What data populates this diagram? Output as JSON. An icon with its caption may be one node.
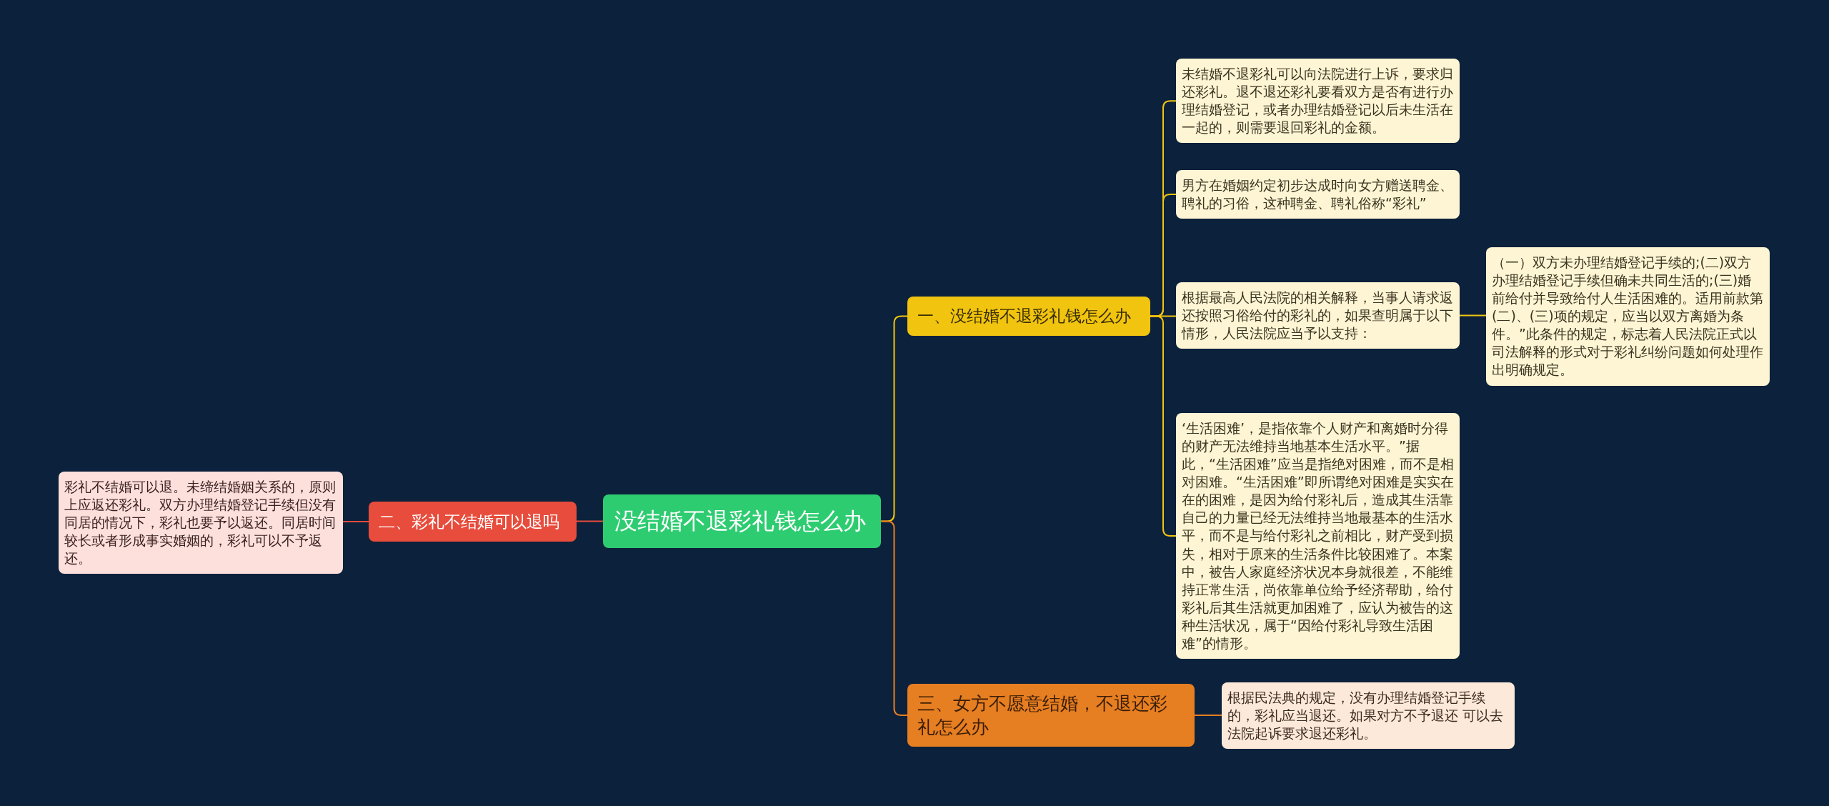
{
  "diagram": {
    "nodes": [
      {
        "text": [
          "没结婚不退彩礼钱怎么办"
        ]
      },
      {
        "text": [
          "一、没结婚不退彩礼钱怎么办"
        ]
      },
      {
        "text": [
          "未结婚不退彩礼可以向法院进行上诉，要求归还彩礼。退不退还彩礼要看双方是否有进行办理结婚登记，或者办理结婚登记以后未生活在一起的，则需要退回彩礼的金额。"
        ]
      },
      {
        "text": [
          "男方在婚姻约定初步达成时向女方赠送聘金、聘礼的习俗，这种聘金、聘礼俗称“彩礼”"
        ]
      },
      {
        "text": [
          "根据最高人民法院的相关解释，当事人请求返还按照习俗给付的彩礼的，如果查明属于以下情形，人民法院应当予以支持："
        ]
      },
      {
        "text": [
          "（一）双方未办理结婚登记手续的;(二)双方办理结婚登记手续但确未共同生活的;(三)婚前给付并导致给付人生活困难的。适用前款第(二)、(三)项的规定，应当以双方离婚为条件。”此条件的规定，标志着人民法院正式以司法解释的形式对于彩礼纠纷问题如何处理作出明确规定。"
        ]
      },
      {
        "text": [
          "‘生活困难’，是指依靠个人财产和离婚时分得的财产无法维持当地基本生活水平。”据此，“生活困难”应当是指绝对困难，而不是相对困难。“生活困难”即所谓绝对困难是实实在在的困难，是因为给付彩礼后，造成其生活靠自己的力量已经无法维持当地最基本的生活水平，而不是与给付彩礼之前相比，财产受到损失，相对于原来的生活条件比较困难了。本案中，被告人家庭经济状况本身就很差，不能维持正常生活，尚依靠单位给予经济帮助，给付彩礼后其生活就更加困难了，应认为被告的这种生活状况，属于“因给付彩礼导致生活困难”的情形。"
        ]
      },
      {
        "text": [
          "三、女方不愿意结婚，不退还彩礼怎么办"
        ]
      },
      {
        "text": [
          "根据民法典的规定，没有办理结婚登记手续的，彩礼应当退还。如果对方不予退还 可以去法院起诉要求退还彩礼。"
        ]
      },
      {
        "text": [
          "二、彩礼不结婚可以退吗"
        ]
      },
      {
        "text": [
          "彩礼不结婚可以退。未缔结婚姻关系的，原则上应返还彩礼。双方办理结婚登记手续但没有同居的情况下，彩礼也要予以返还。同居时间较长或者形成事实婚姻的，彩礼可以不予返还。"
        ]
      }
    ],
    "edges": [
      {
        "from": 0,
        "to": 1,
        "arrow": "none"
      },
      {
        "from": 1,
        "to": 2,
        "arrow": "none"
      },
      {
        "from": 1,
        "to": 3,
        "arrow": "none"
      },
      {
        "from": 1,
        "to": 4,
        "arrow": "none"
      },
      {
        "from": 4,
        "to": 5,
        "arrow": "none"
      },
      {
        "from": 1,
        "to": 6,
        "arrow": "none"
      },
      {
        "from": 0,
        "to": 7,
        "arrow": "none",
        "color": "#e67e22"
      },
      {
        "from": 7,
        "to": 8,
        "arrow": "none",
        "color": "#e67e22"
      },
      {
        "from": 0,
        "to": 9,
        "arrow": "none",
        "color": "#e74c3c"
      },
      {
        "from": 9,
        "to": 10,
        "arrow": "none",
        "color": "#e74c3c"
      }
    ]
  }
}
